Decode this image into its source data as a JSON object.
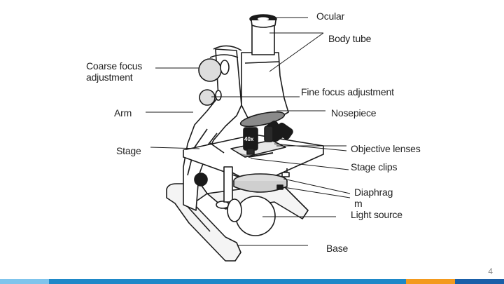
{
  "labels": {
    "ocular": "Ocular",
    "body_tube": "Body tube",
    "coarse_focus": "Coarse focus\nadjustment",
    "fine_focus": "Fine focus adjustment",
    "arm": "Arm",
    "nosepiece": "Nosepiece",
    "stage": "Stage",
    "objective_lenses": "Objective lenses",
    "stage_clips": "Stage clips",
    "diaphragm": "Diaphrag\nm",
    "light_source": "Light source",
    "base": "Base"
  },
  "objective_marking": "40x",
  "page_number": "4",
  "colors": {
    "footer_light_blue": "#7fc4ec",
    "footer_blue": "#1e88c8",
    "footer_orange": "#f39a1e",
    "footer_dark_blue": "#1a5fa8"
  }
}
